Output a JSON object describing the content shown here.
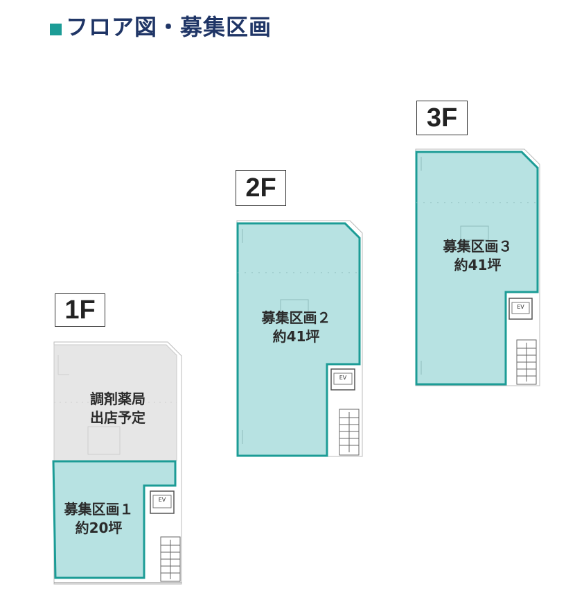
{
  "page": {
    "title": "フロア図・募集区画"
  },
  "floors": [
    {
      "id": "1F",
      "tag": "1F",
      "areas": [
        {
          "name": "調剤薬局",
          "note": "出店予定",
          "status": "planned"
        },
        {
          "name": "募集区画１",
          "size": "約20坪",
          "status": "vacant"
        }
      ],
      "elevator_label": "EV"
    },
    {
      "id": "2F",
      "tag": "2F",
      "areas": [
        {
          "name": "募集区画２",
          "size": "約41坪",
          "status": "vacant"
        }
      ],
      "elevator_label": "EV"
    },
    {
      "id": "3F",
      "tag": "3F",
      "areas": [
        {
          "name": "募集区画３",
          "size": "約41坪",
          "status": "vacant"
        }
      ],
      "elevator_label": "EV"
    }
  ],
  "colors": {
    "title": "#1f3566",
    "accent": "#1c9c96",
    "vacant_fill": "#b7e2e2",
    "planned_fill": "#e6e6e6",
    "outline": "#1c9c96"
  }
}
